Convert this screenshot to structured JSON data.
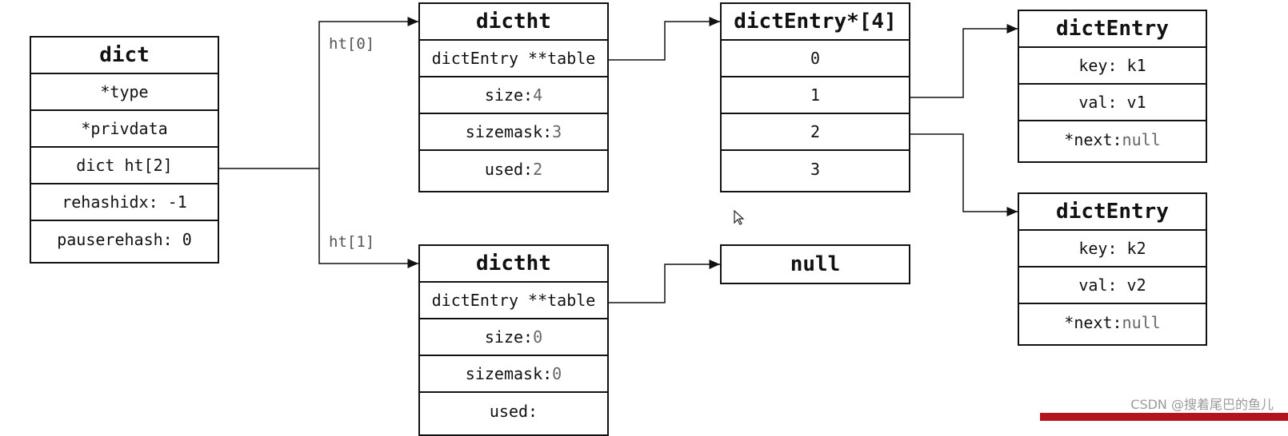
{
  "dict": {
    "title": "dict",
    "fields": [
      "*type",
      "*privdata",
      "dict ht[2]",
      "rehashidx: -1",
      "pauserehash: 0"
    ]
  },
  "labels": {
    "ht0": "ht[0]",
    "ht1": "ht[1]"
  },
  "dictht0": {
    "title": "dictht",
    "table": "dictEntry **table",
    "size_k": "size:",
    "size_v": "4",
    "sizemask_k": "sizemask:",
    "sizemask_v": "3",
    "used_k": "used:",
    "used_v": "2"
  },
  "dictht1": {
    "title": "dictht",
    "table": "dictEntry **table",
    "size_k": "size:",
    "size_v": "0",
    "sizemask_k": "sizemask:",
    "sizemask_v": "0",
    "used_k": "used:",
    "used_v": ""
  },
  "array": {
    "title": "dictEntry*[4]",
    "slots": [
      "0",
      "1",
      "2",
      "3"
    ]
  },
  "null_box": "null",
  "entry1": {
    "title": "dictEntry",
    "key": "key: k1",
    "val": "val: v1",
    "next_k": "*next:",
    "next_v": "null"
  },
  "entry2": {
    "title": "dictEntry",
    "key": "key: k2",
    "val": "val: v2",
    "next_k": "*next:",
    "next_v": "null"
  },
  "watermark": "CSDN @搜着尾巴的鱼儿"
}
